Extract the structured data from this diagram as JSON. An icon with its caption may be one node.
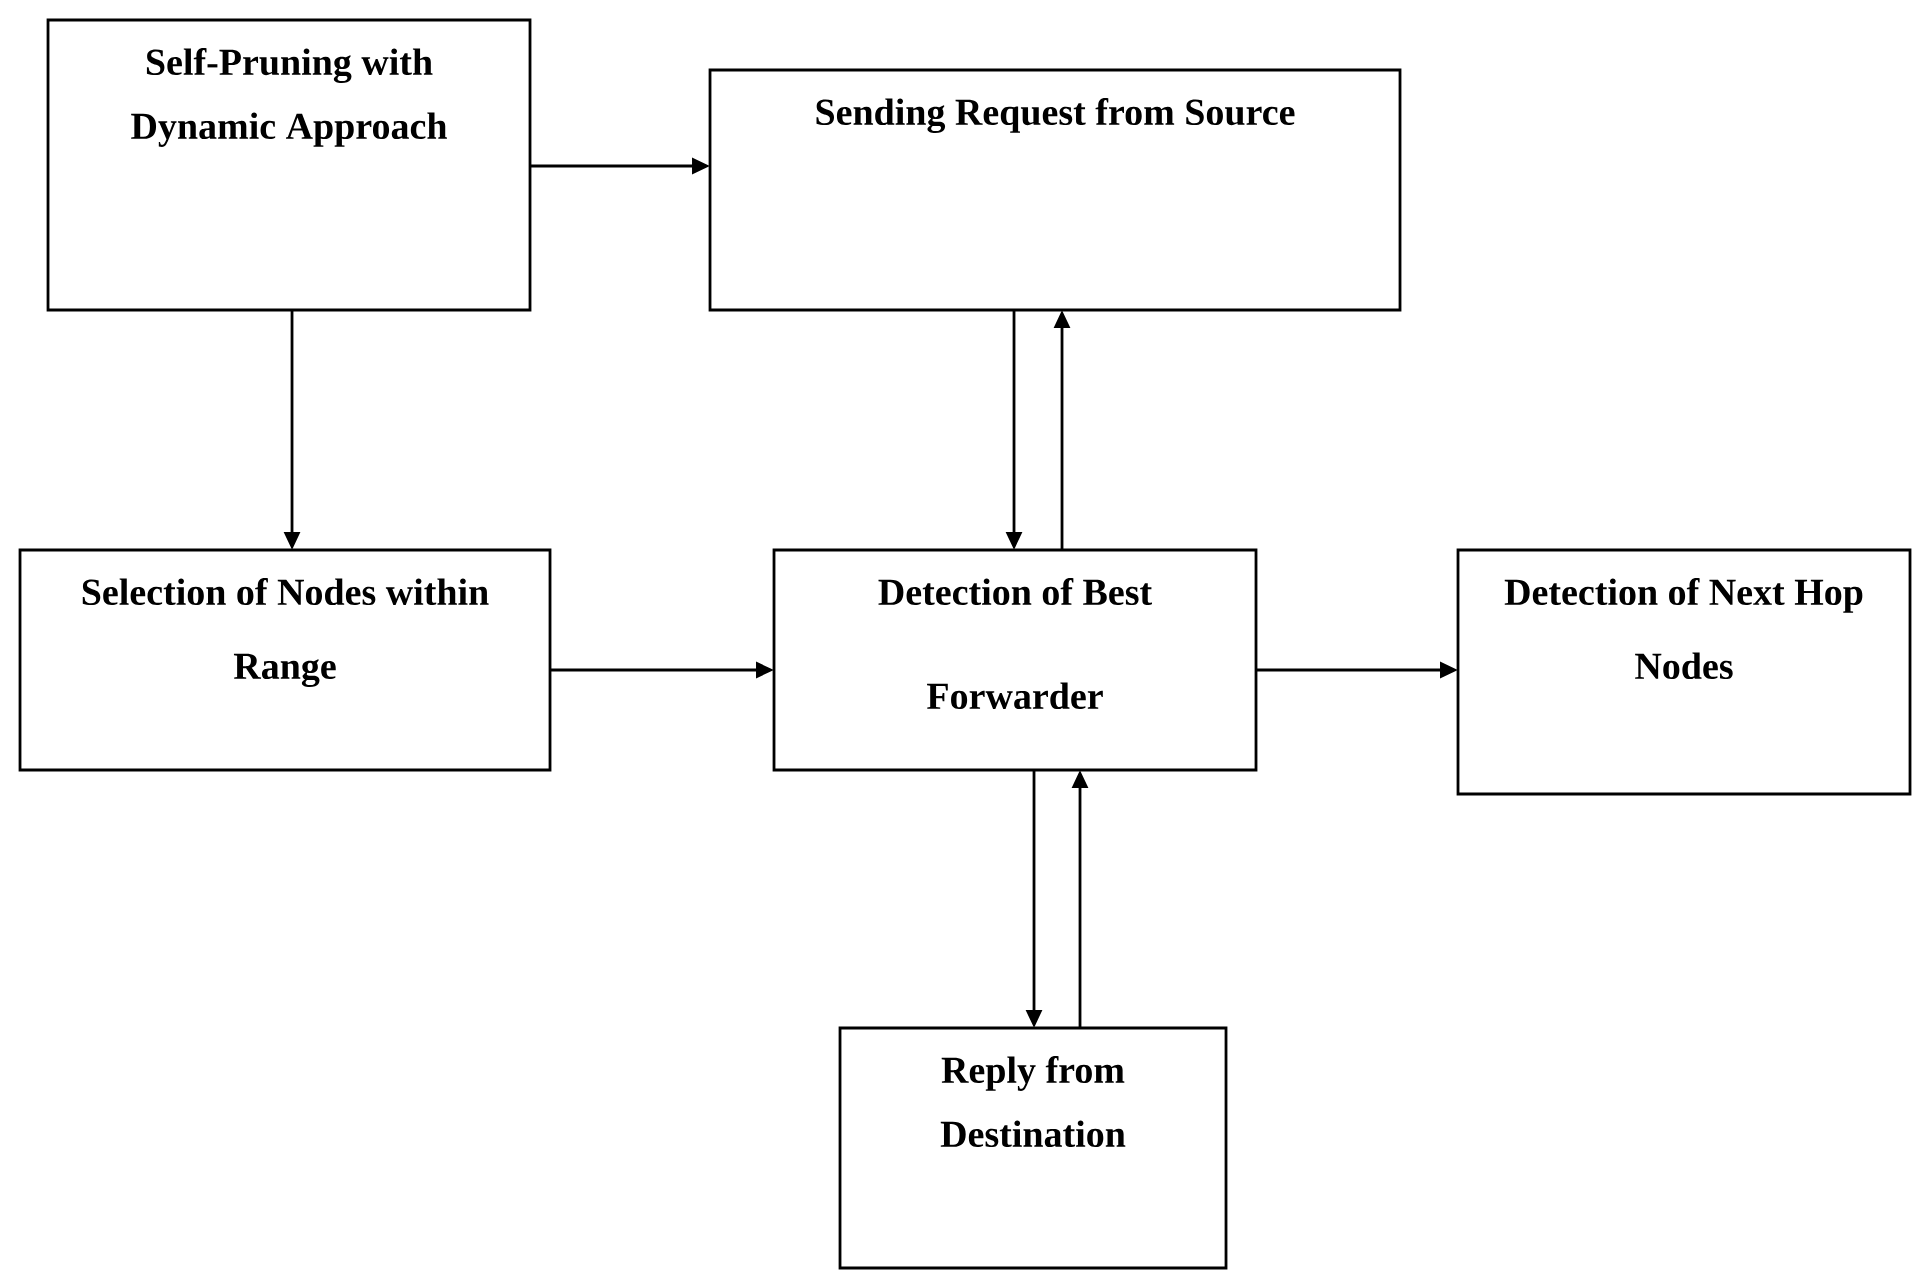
{
  "diagram": {
    "nodes": [
      {
        "text": [
          "Self-Pruning with Dynamic Approach"
        ]
      },
      {
        "text": [
          "Sending Request from Source"
        ]
      },
      {
        "text": [
          "Selection of Nodes within Range"
        ]
      },
      {
        "text": [
          "Detection of Best Forwarder"
        ]
      },
      {
        "text": [
          "Detection of Next Hop Nodes"
        ]
      },
      {
        "text": [
          "Reply from Destination"
        ]
      }
    ],
    "edges": [
      {
        "from": 0,
        "to": 1,
        "arrow": "to"
      },
      {
        "from": 0,
        "to": 2,
        "arrow": "to"
      },
      {
        "from": 1,
        "to": 3,
        "arrow": "to"
      },
      {
        "from": 3,
        "to": 1,
        "arrow": "to"
      },
      {
        "from": 2,
        "to": 3,
        "arrow": "to"
      },
      {
        "from": 3,
        "to": 4,
        "arrow": "to"
      },
      {
        "from": 3,
        "to": 5,
        "arrow": "to"
      },
      {
        "from": 5,
        "to": 3,
        "arrow": "to"
      }
    ]
  }
}
